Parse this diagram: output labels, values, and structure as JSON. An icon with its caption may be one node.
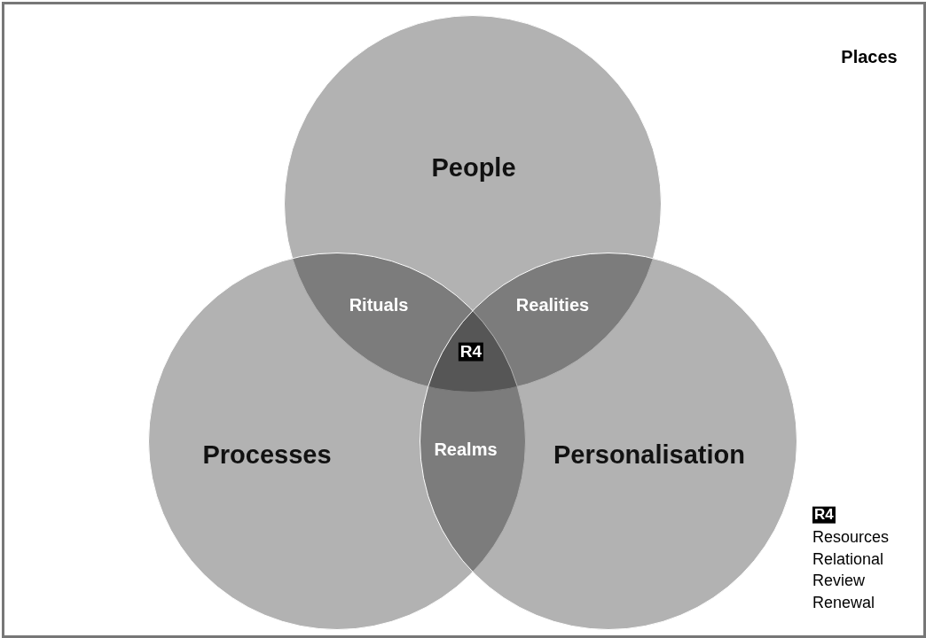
{
  "diagram": {
    "nodes": [
      {
        "text": [
          "People"
        ]
      },
      {
        "text": [
          "Processes"
        ]
      },
      {
        "text": [
          "Personalisation"
        ]
      }
    ],
    "labels": [
      "Places",
      "Rituals",
      "Realities",
      "R4",
      "Realms",
      "R4",
      "Resources",
      "Relational",
      "Review",
      "Renewal"
    ]
  }
}
